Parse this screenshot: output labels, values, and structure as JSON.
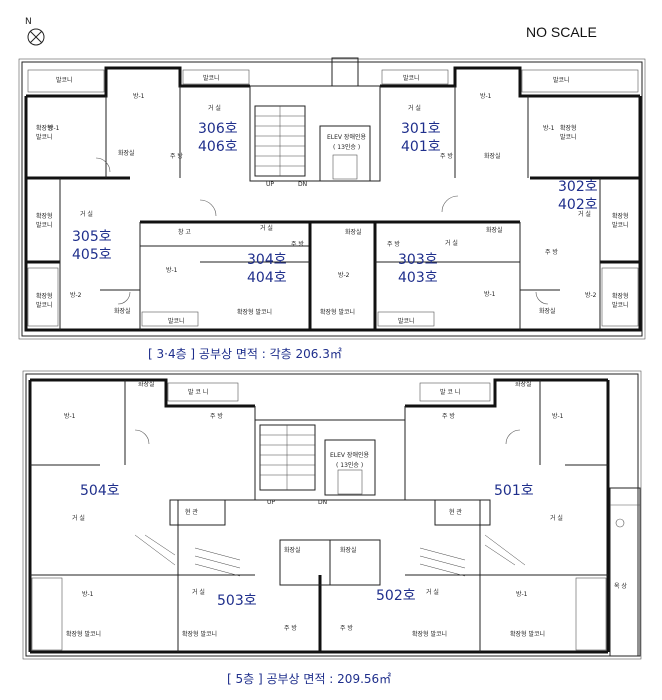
{
  "header": {
    "no_scale": "NO SCALE",
    "north": "N"
  },
  "plan_34": {
    "caption": "[ 3·4층 ] 공부상 면적 : 각층 206.3㎡",
    "units": [
      [
        "306호",
        "406호"
      ],
      [
        "301호",
        "401호"
      ],
      [
        "302호",
        "402호"
      ],
      [
        "305호",
        "405호"
      ],
      [
        "304호",
        "404호"
      ],
      [
        "303호",
        "403호"
      ]
    ],
    "elev": [
      "ELEV 장애인용",
      "( 13인승 )"
    ],
    "room_labels": {
      "balcony": "발코니",
      "bed1": "방-1",
      "bed2": "방-2",
      "living": "거 실",
      "bath": "화장실",
      "kitchen": "주 방",
      "ext_balcony": "확장형 발코니",
      "storage": "창 고",
      "up": "UP",
      "dn": "DN",
      "ext1": "확장형",
      "ext2": "발코니"
    }
  },
  "plan_5": {
    "caption": "[ 5층 ] 공부상 면적 : 209.56㎡",
    "units": [
      "504호",
      "501호",
      "503호",
      "502호"
    ],
    "elev": [
      "ELEV 장애인용",
      "( 13인승 )"
    ],
    "room_labels": {
      "balcony": "발 코 니",
      "bed1": "방-1",
      "living": "거 실",
      "bath": "화장실",
      "kitchen": "주 방",
      "entry": "현 관",
      "ext_balcony": "확장형 발코니",
      "roof": "옥 상",
      "up": "UP",
      "dn": "DN"
    }
  }
}
